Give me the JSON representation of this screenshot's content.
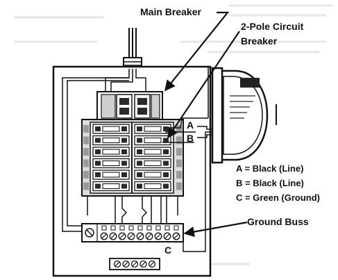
{
  "diagram": {
    "labels": {
      "main_breaker": "Main Breaker",
      "two_pole_line1": "2-Pole Circuit",
      "two_pole_line2": "Breaker",
      "ground_buss": "Ground Buss",
      "terminal_a": "A",
      "terminal_b": "B",
      "terminal_c": "C"
    },
    "legend": [
      "A = Black (Line)",
      "B = Black (Line)",
      "C = Green (Ground)"
    ],
    "colors": {
      "ink": "#111111",
      "paper": "#ffffff",
      "shade": "#cfcfcf",
      "dark": "#2a2a2a"
    }
  }
}
